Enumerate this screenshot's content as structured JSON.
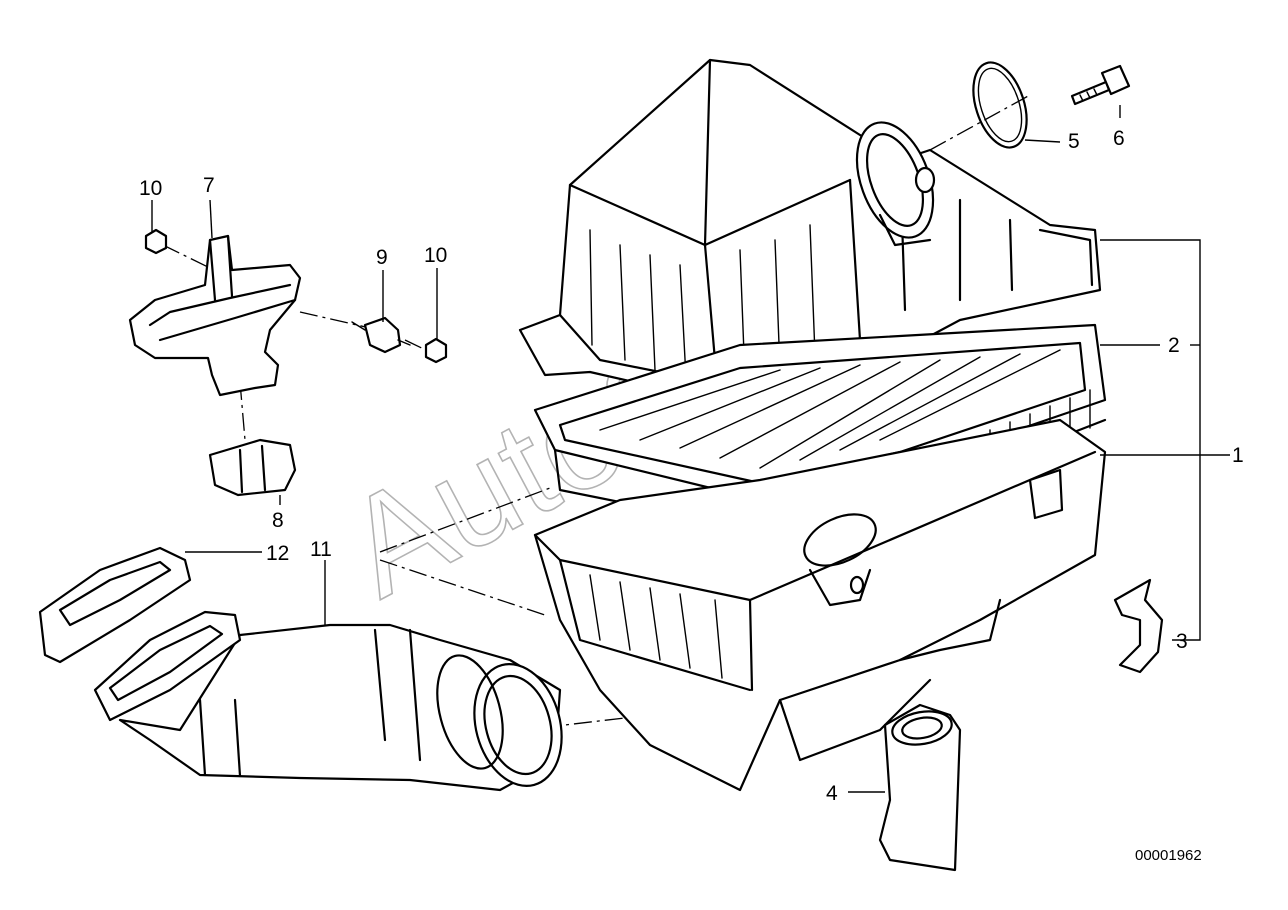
{
  "callouts": {
    "c1": "1",
    "c2": "2",
    "c3": "3",
    "c4": "4",
    "c5": "5",
    "c6": "6",
    "c7": "7",
    "c8": "8",
    "c9": "9",
    "c10a": "10",
    "c10b": "10",
    "c11": "11",
    "c12": "12"
  },
  "diagram_ref": "00001962",
  "watermark": "AutoSoft"
}
